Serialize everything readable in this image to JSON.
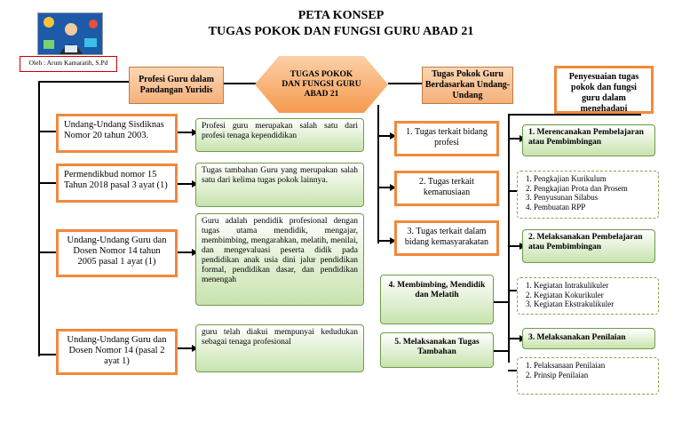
{
  "title_line1": "PETA KONSEP",
  "title_line2": "TUGAS POKOK DAN FUNGSI GURU ABAD 21",
  "author": "Oleh : Arum Kamaratih, S.Pd",
  "center_node": "TUGAS POKOK DAN FUNGSI GURU ABAD 21",
  "left_header": "Profesi Guru dalam Pandangan Yuridis",
  "right_header": "Tugas Pokok Guru Berdasarkan Undang-Undang",
  "far_right_header": "Penyesuaian tugas pokok dan fungsi guru dalam menghadapi",
  "laws": [
    "Undang-Undang Sisdiknas Nomor 20 tahun 2003.",
    "Permendikbud nomor 15 Tahun 2018 pasal 3 ayat (1)",
    "Undang-Undang Guru dan Dosen Nomor 14 tahun 2005 pasal 1 ayat (1)",
    "Undang-Undang Guru dan Dosen Nomor 14 (pasal 2 ayat 1)"
  ],
  "law_desc": [
    "Profesi guru merupakan salah satu dari profesi tenaga kependidikan",
    "Tugas tambahan Guru yang merupakan salah satu dari kelima tugas pokok lainnya.",
    "Guru adalah pendidik profesional dengan tugas utama mendidik, mengajar, membimbing, mengarahkan, melatih, menilai, dan mengevaluasi peserta didik pada pendidikan anak usia dini jalur pendidikan formal, pendidikan dasar, dan pendidikan menengah",
    "guru telah diakui mempunyai kedudukan sebagai tenaga profesional"
  ],
  "duties": [
    "1. Tugas terkait bidang profesi",
    "2. Tugas terkait kemanusiaan",
    "3. Tugas terkait dalam bidang kemasyarakatan"
  ],
  "duty4": "4. Membimbing, Mendidik dan Melatih",
  "duty5": "5. Melaksanakan Tugas Tambahan",
  "adjust": [
    {
      "label": "1. Merencanakan Pembelajaran atau Pembimbingan",
      "items": [
        "Pengkajian Kurikulum",
        "Pengkajian Prota dan Prosem",
        "Penyusunan Silabus",
        "Pembuatan RPP"
      ]
    },
    {
      "label": "2. Melaksanakan Pembelajaran atau Pembimbingan",
      "items": [
        "Kegiatan Intrakulikuler",
        "Kegiatan Kokurikuler",
        "Kegiatan Ekstrakulikuler"
      ]
    },
    {
      "label": "3. Melaksanakan Penilaian",
      "items": [
        "Pelaksanaan Penilaian",
        "Prinsip Penilaian"
      ]
    }
  ]
}
